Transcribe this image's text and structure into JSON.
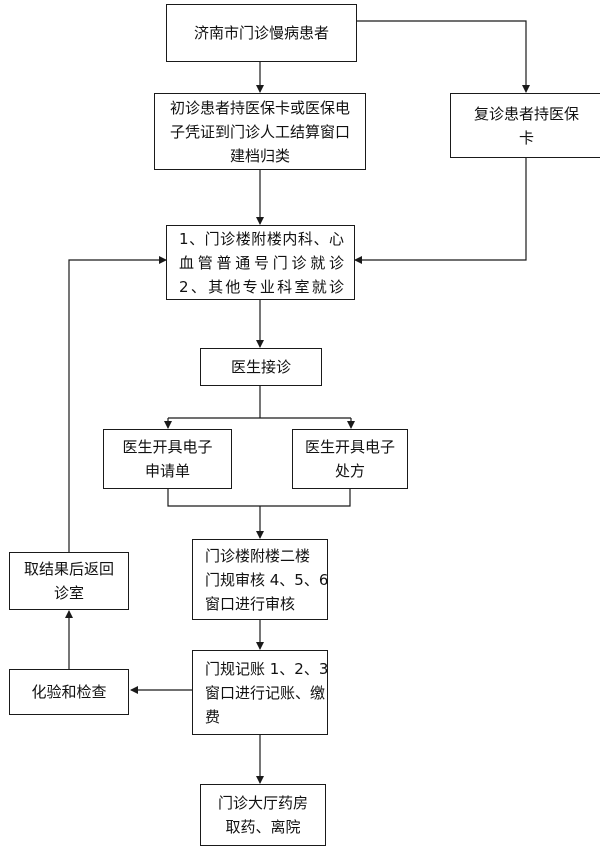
{
  "nodes": {
    "start": [
      "济南市门诊慢病患者"
    ],
    "first_visit": [
      "初诊患者持医保卡或医保电",
      "子凭证到门诊人工结算窗口",
      "建档归类"
    ],
    "return_visit": [
      "复诊患者持医保",
      "卡"
    ],
    "clinic": [
      "1、门诊楼附楼内科、心",
      "血管普通号门诊就诊",
      "2、其他专业科室就诊"
    ],
    "doctor": [
      "医生接诊"
    ],
    "e_request": [
      "医生开具电子",
      "申请单"
    ],
    "e_prescription": [
      "医生开具电子",
      "处方"
    ],
    "audit": [
      "门诊楼附楼二楼",
      "门规审核 4、5、6",
      "窗口进行审核"
    ],
    "billing": [
      "门规记账 1、2、3",
      "窗口进行记账、缴",
      "费"
    ],
    "pharmacy": [
      "门诊大厅药房",
      "取药、离院"
    ],
    "lab_test": [
      "化验和检查"
    ],
    "return_results": [
      "取结果后返回",
      "诊室"
    ]
  },
  "colors": {
    "line": "#1a1a1a",
    "box_border": "#1a1a1a",
    "text": "#111111"
  }
}
